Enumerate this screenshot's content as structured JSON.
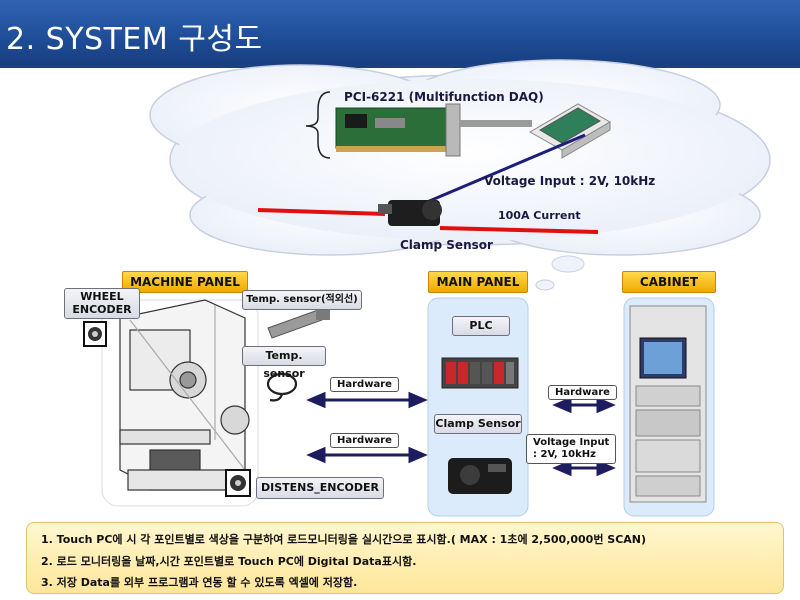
{
  "title": "2. SYSTEM 구성도",
  "daq": {
    "label": "PCI-6221 (Multifunction DAQ)"
  },
  "voltage_note": "Voltage Input : 2V, 10kHz",
  "current_note": "100A Current",
  "clamp_sensor": "Clamp Sensor",
  "panels": {
    "machine": "MACHINE PANEL",
    "main": "MAIN PANEL",
    "cabinet": "CABINET"
  },
  "machine_labels": {
    "wheel_encoder_line1": "WHEEL",
    "wheel_encoder_line2": "ENCODER",
    "temp_sensor_ir": "Temp. sensor(적외선)",
    "temp_sensor": "Temp. sensor",
    "distens_encoder": "DISTENS_ENCODER"
  },
  "main_labels": {
    "plc": "PLC",
    "clamp_sensor": "Clamp Sensor"
  },
  "links": {
    "hardware1": "Hardware",
    "hardware2": "Hardware",
    "hardware3": "Hardware",
    "voltage_line1": "Voltage Input",
    "voltage_line2": ": 2V, 10kHz"
  },
  "notes": [
    "1.  Touch PC에 시 각 포인트별로 색상을 구분하여 로드모니터링을 실시간으로 표시함.( MAX : 1초에  2,500,000번 SCAN)",
    "2.  로드 모니터링을 날짜,시간 포인트별로 Touch PC에 Digital Data표시함.",
    "3.  저장 Data를 외부 프로그램과 연동 할 수 있도록 엑셀에 저장함."
  ],
  "colors": {
    "header": "#1f4d98",
    "panel_label": "#f0a800",
    "arrow": "#1c1c5e",
    "cable_red": "#e01010"
  }
}
